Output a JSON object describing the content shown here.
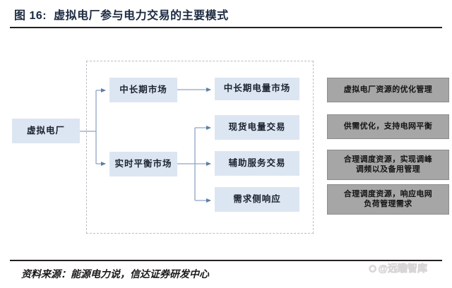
{
  "header": {
    "figure_number": "图 16:",
    "title": "虚拟电厂参与电力交易的主要模式"
  },
  "footer": {
    "source": "资料来源：能源电力说，信达证券研发中心",
    "watermark_icon": "weibo-icon",
    "watermark_text": "@远瞻智库"
  },
  "chart_data": {
    "type": "diagram",
    "title": "虚拟电厂参与电力交易的主要模式",
    "colors": {
      "node_blue": "#dce6f2",
      "node_gray": "#a6a6a6",
      "connector": "#8da5c4",
      "dashed_border": "#b9bcc4",
      "rule": "#231f20"
    },
    "nodes": [
      {
        "id": "vpp",
        "label": "虚拟电厂",
        "style": "blue",
        "column": 0
      },
      {
        "id": "midlong",
        "label": "中长期市场",
        "style": "blue",
        "column": 1
      },
      {
        "id": "realtime",
        "label": "实时平衡市场",
        "style": "blue",
        "column": 1
      },
      {
        "id": "midlong_e",
        "label": "中长期电量市场",
        "style": "blue",
        "column": 2
      },
      {
        "id": "spot",
        "label": "现货电量交易",
        "style": "blue",
        "column": 2
      },
      {
        "id": "ancillary",
        "label": "辅助服务交易",
        "style": "blue",
        "column": 2
      },
      {
        "id": "demand",
        "label": "需求侧响应",
        "style": "blue",
        "column": 2
      },
      {
        "id": "note1",
        "label": "虚拟电厂资源的优化管理",
        "style": "gray",
        "column": 3
      },
      {
        "id": "note2",
        "label": "供需优化，支持电网平衡",
        "style": "gray",
        "column": 3
      },
      {
        "id": "note3",
        "label": "合理调度资源，实现调峰\n调频以及备用管理",
        "style": "gray",
        "column": 3
      },
      {
        "id": "note4",
        "label": "合理调度资源，响应电网\n负荷管理需求",
        "style": "gray",
        "column": 3
      }
    ],
    "edges": [
      {
        "from": "vpp",
        "to": "midlong"
      },
      {
        "from": "vpp",
        "to": "realtime"
      },
      {
        "from": "midlong",
        "to": "midlong_e"
      },
      {
        "from": "realtime",
        "to": "spot"
      },
      {
        "from": "realtime",
        "to": "ancillary"
      },
      {
        "from": "realtime",
        "to": "demand"
      }
    ]
  }
}
